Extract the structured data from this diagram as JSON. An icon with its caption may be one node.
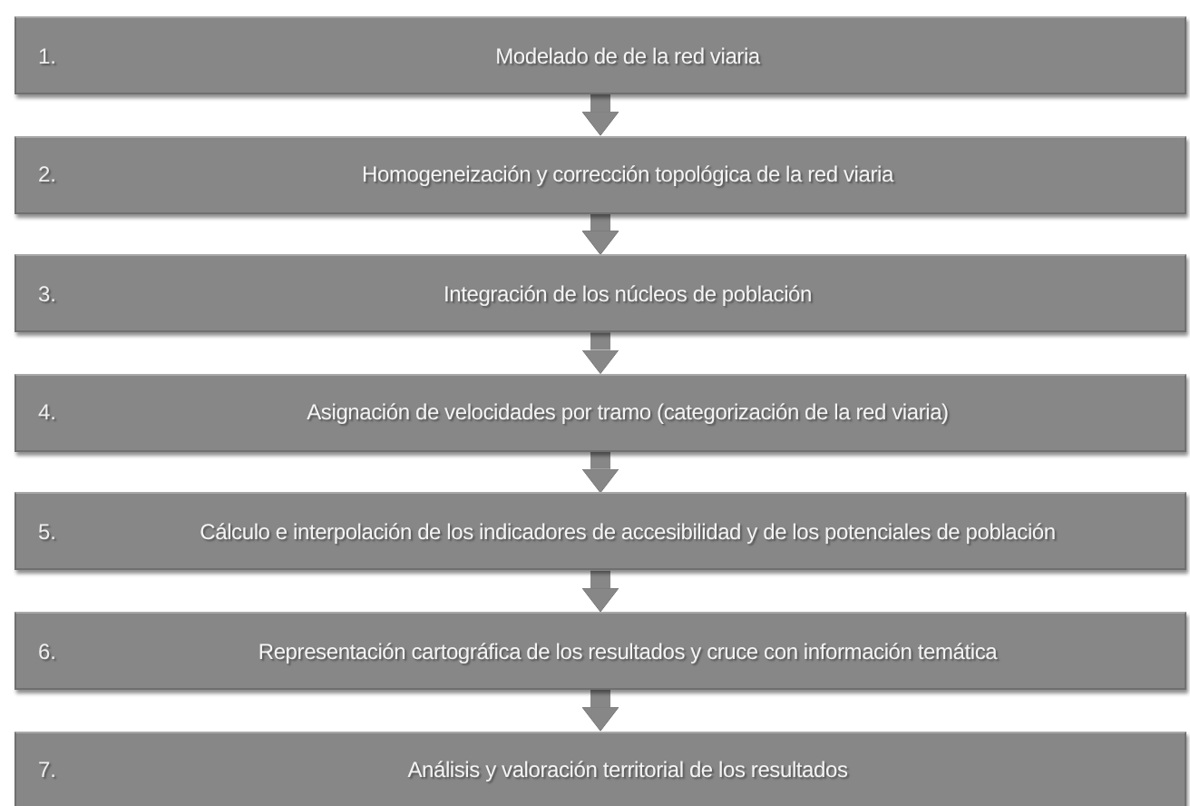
{
  "diagram": {
    "nodes": [
      {
        "text": [
          "1.",
          "Modelado de de la red viaria"
        ]
      },
      {
        "text": [
          "2.",
          "Homogeneización y corrección topológica de la red viaria"
        ]
      },
      {
        "text": [
          "3.",
          "Integración de los núcleos de población"
        ]
      },
      {
        "text": [
          "4.",
          "Asignación de velocidades por tramo (categorización de la red viaria)"
        ]
      },
      {
        "text": [
          "5.",
          "Cálculo e interpolación de los indicadores de accesibilidad y de los potenciales de población"
        ]
      },
      {
        "text": [
          "6.",
          "Representación cartográfica de los resultados y cruce con información temática"
        ]
      },
      {
        "text": [
          "7.",
          "Análisis y valoración territorial de los resultados"
        ]
      }
    ],
    "edges": [
      {
        "from": 0,
        "to": 1,
        "arrow": "to"
      },
      {
        "from": 1,
        "to": 2,
        "arrow": "to"
      },
      {
        "from": 2,
        "to": 3,
        "arrow": "to"
      },
      {
        "from": 3,
        "to": 4,
        "arrow": "to"
      },
      {
        "from": 4,
        "to": 5,
        "arrow": "to"
      },
      {
        "from": 5,
        "to": 6,
        "arrow": "to"
      }
    ]
  }
}
